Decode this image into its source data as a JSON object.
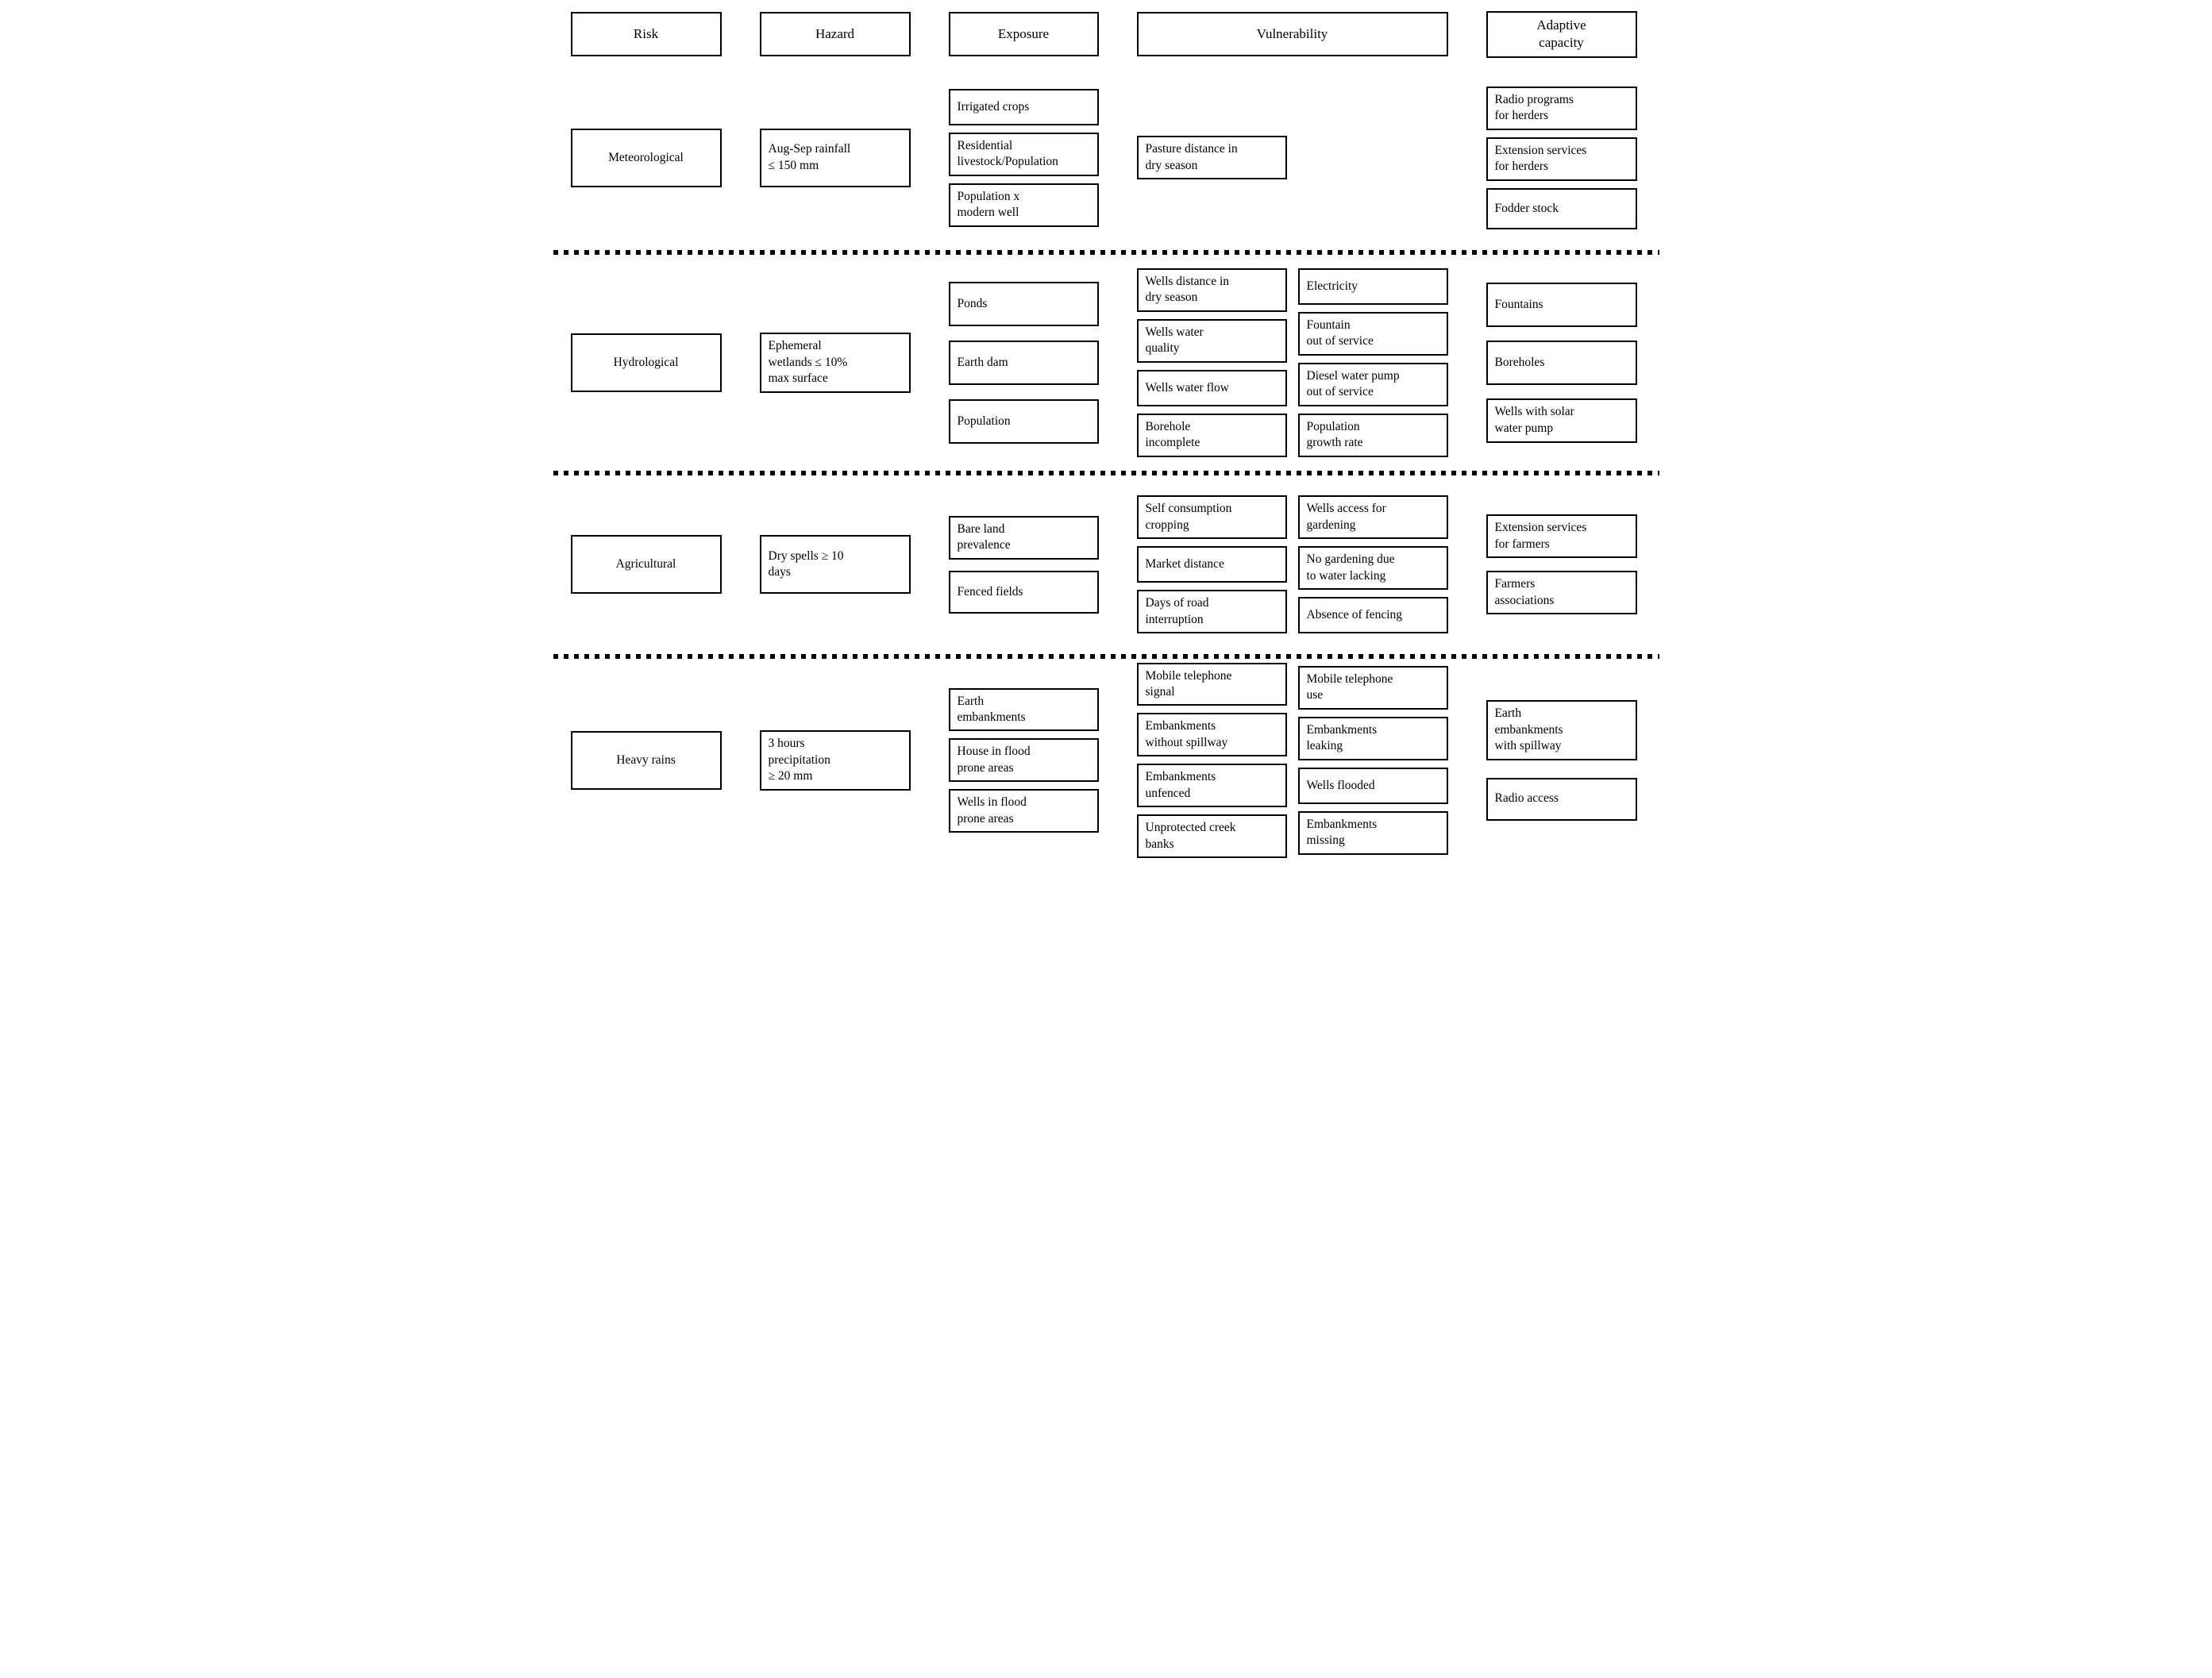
{
  "colors": {
    "border": "#000000",
    "background": "#ffffff",
    "text": "#000000"
  },
  "headers": {
    "risk": "Risk",
    "hazard": "Hazard",
    "exposure": "Exposure",
    "vulnerability": "Vulnerability",
    "adaptive_capacity": "Adaptive\ncapacity"
  },
  "rows": [
    {
      "risk": "Meteorological",
      "hazard": "Aug-Sep rainfall\n≤ 150 mm",
      "exposure": [
        "Irrigated crops",
        "Residential\nlivestock/Population",
        "Population x\nmodern well"
      ],
      "vulnerability": [
        [
          "Pasture distance in\ndry season"
        ],
        []
      ],
      "adaptive_capacity": [
        "Radio programs\nfor herders",
        "Extension services\nfor herders",
        "Fodder stock"
      ]
    },
    {
      "risk": "Hydrological",
      "hazard": "Ephemeral\nwetlands ≤ 10%\nmax surface",
      "exposure": [
        "Ponds",
        "Earth dam",
        "Population"
      ],
      "vulnerability": [
        [
          "Wells distance in\ndry season",
          "Wells water\nquality",
          "Wells water flow",
          "Borehole\nincomplete"
        ],
        [
          "Electricity",
          "Fountain\nout of service",
          "Diesel water pump\nout of service",
          "Population\ngrowth rate"
        ]
      ],
      "adaptive_capacity": [
        "Fountains",
        "Boreholes",
        "Wells with solar\nwater pump"
      ]
    },
    {
      "risk": "Agricultural",
      "hazard": "Dry spells ≥ 10\ndays",
      "exposure": [
        "Bare land\nprevalence",
        "Fenced fields"
      ],
      "vulnerability": [
        [
          "Self consumption\ncropping",
          "Market distance",
          "Days of road\ninterruption"
        ],
        [
          "Wells access for\ngardening",
          "No gardening due\nto water lacking",
          "Absence of fencing"
        ]
      ],
      "adaptive_capacity": [
        "Extension services\nfor farmers",
        "Farmers\nassociations"
      ]
    },
    {
      "risk": "Heavy rains",
      "hazard": "3 hours\nprecipitation\n≥ 20 mm",
      "exposure": [
        "Earth\nembankments",
        "House in flood\nprone areas",
        "Wells in flood\nprone areas"
      ],
      "vulnerability": [
        [
          "Mobile telephone\nsignal",
          "Embankments\nwithout spillway",
          "Embankments\nunfenced",
          "Unprotected creek\nbanks"
        ],
        [
          "Mobile telephone\nuse",
          "Embankments\nleaking",
          "Wells flooded",
          "Embankments\nmissing"
        ]
      ],
      "adaptive_capacity": [
        "Earth\nembankments\nwith spillway",
        "Radio access"
      ]
    }
  ]
}
